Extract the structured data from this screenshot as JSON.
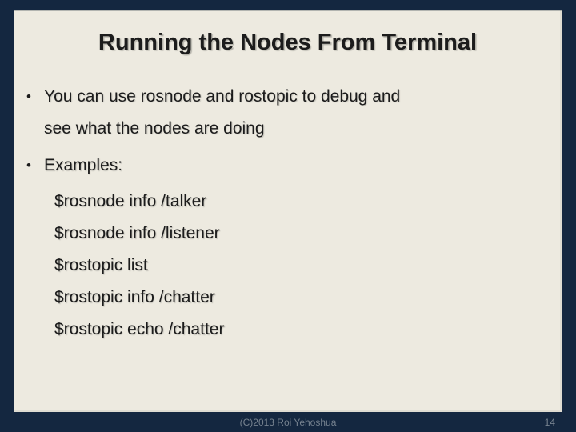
{
  "slide": {
    "title": "Running the Nodes From Terminal",
    "bullet_char": "•",
    "bullets": [
      {
        "lines": [
          "You can use rosnode and rostopic to debug and",
          "see what the nodes are doing"
        ]
      },
      {
        "lines": [
          "Examples:"
        ]
      }
    ],
    "commands": [
      "$rosnode info /talker",
      "$rosnode info /listener",
      "$rostopic list",
      "$rostopic info /chatter",
      "$rostopic echo /chatter"
    ],
    "footer": {
      "credit": "(C)2013 Roi Yehoshua",
      "page_number": "14"
    }
  },
  "theme": {
    "background": "#142740",
    "panel": "#edeae0",
    "text": "#1c1c1c",
    "footer_text": "#76828f"
  }
}
